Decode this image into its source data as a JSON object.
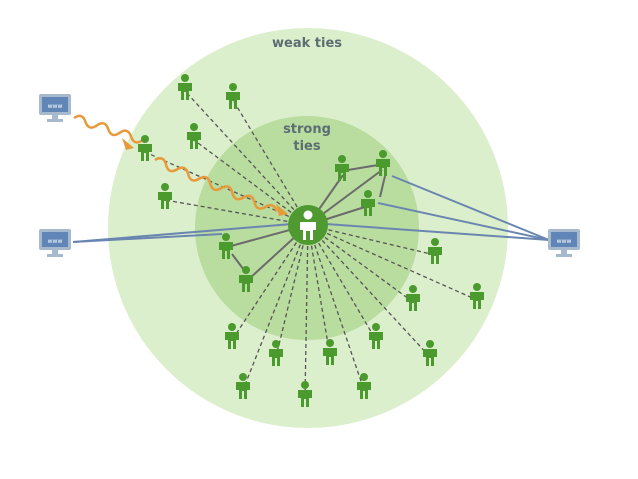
{
  "labels": {
    "weak_ties": "weak ties",
    "strong_ties_line1": "strong",
    "strong_ties_line2": "ties"
  },
  "colors": {
    "background": "#ffffff",
    "outer_circle": "#dcefcc",
    "inner_circle": "#b9dc9f",
    "center_node": "#4e9a31",
    "person": "#4a9a2e",
    "dashed_link": "#555555",
    "solid_link": "#6b6b6b",
    "www_link": "#6a86b0",
    "wavy_path": "#e79a3b",
    "monitor_frame": "#a7b9cc",
    "monitor_screen": "#5f86b7"
  },
  "icons": {
    "center": "person-icon",
    "people": "person-icon",
    "web": "computer-monitor-www-icon"
  },
  "web_nodes": [
    {
      "id": "www-left-top",
      "label": "www"
    },
    {
      "id": "www-left-mid",
      "label": "www"
    },
    {
      "id": "www-right",
      "label": "www"
    }
  ]
}
